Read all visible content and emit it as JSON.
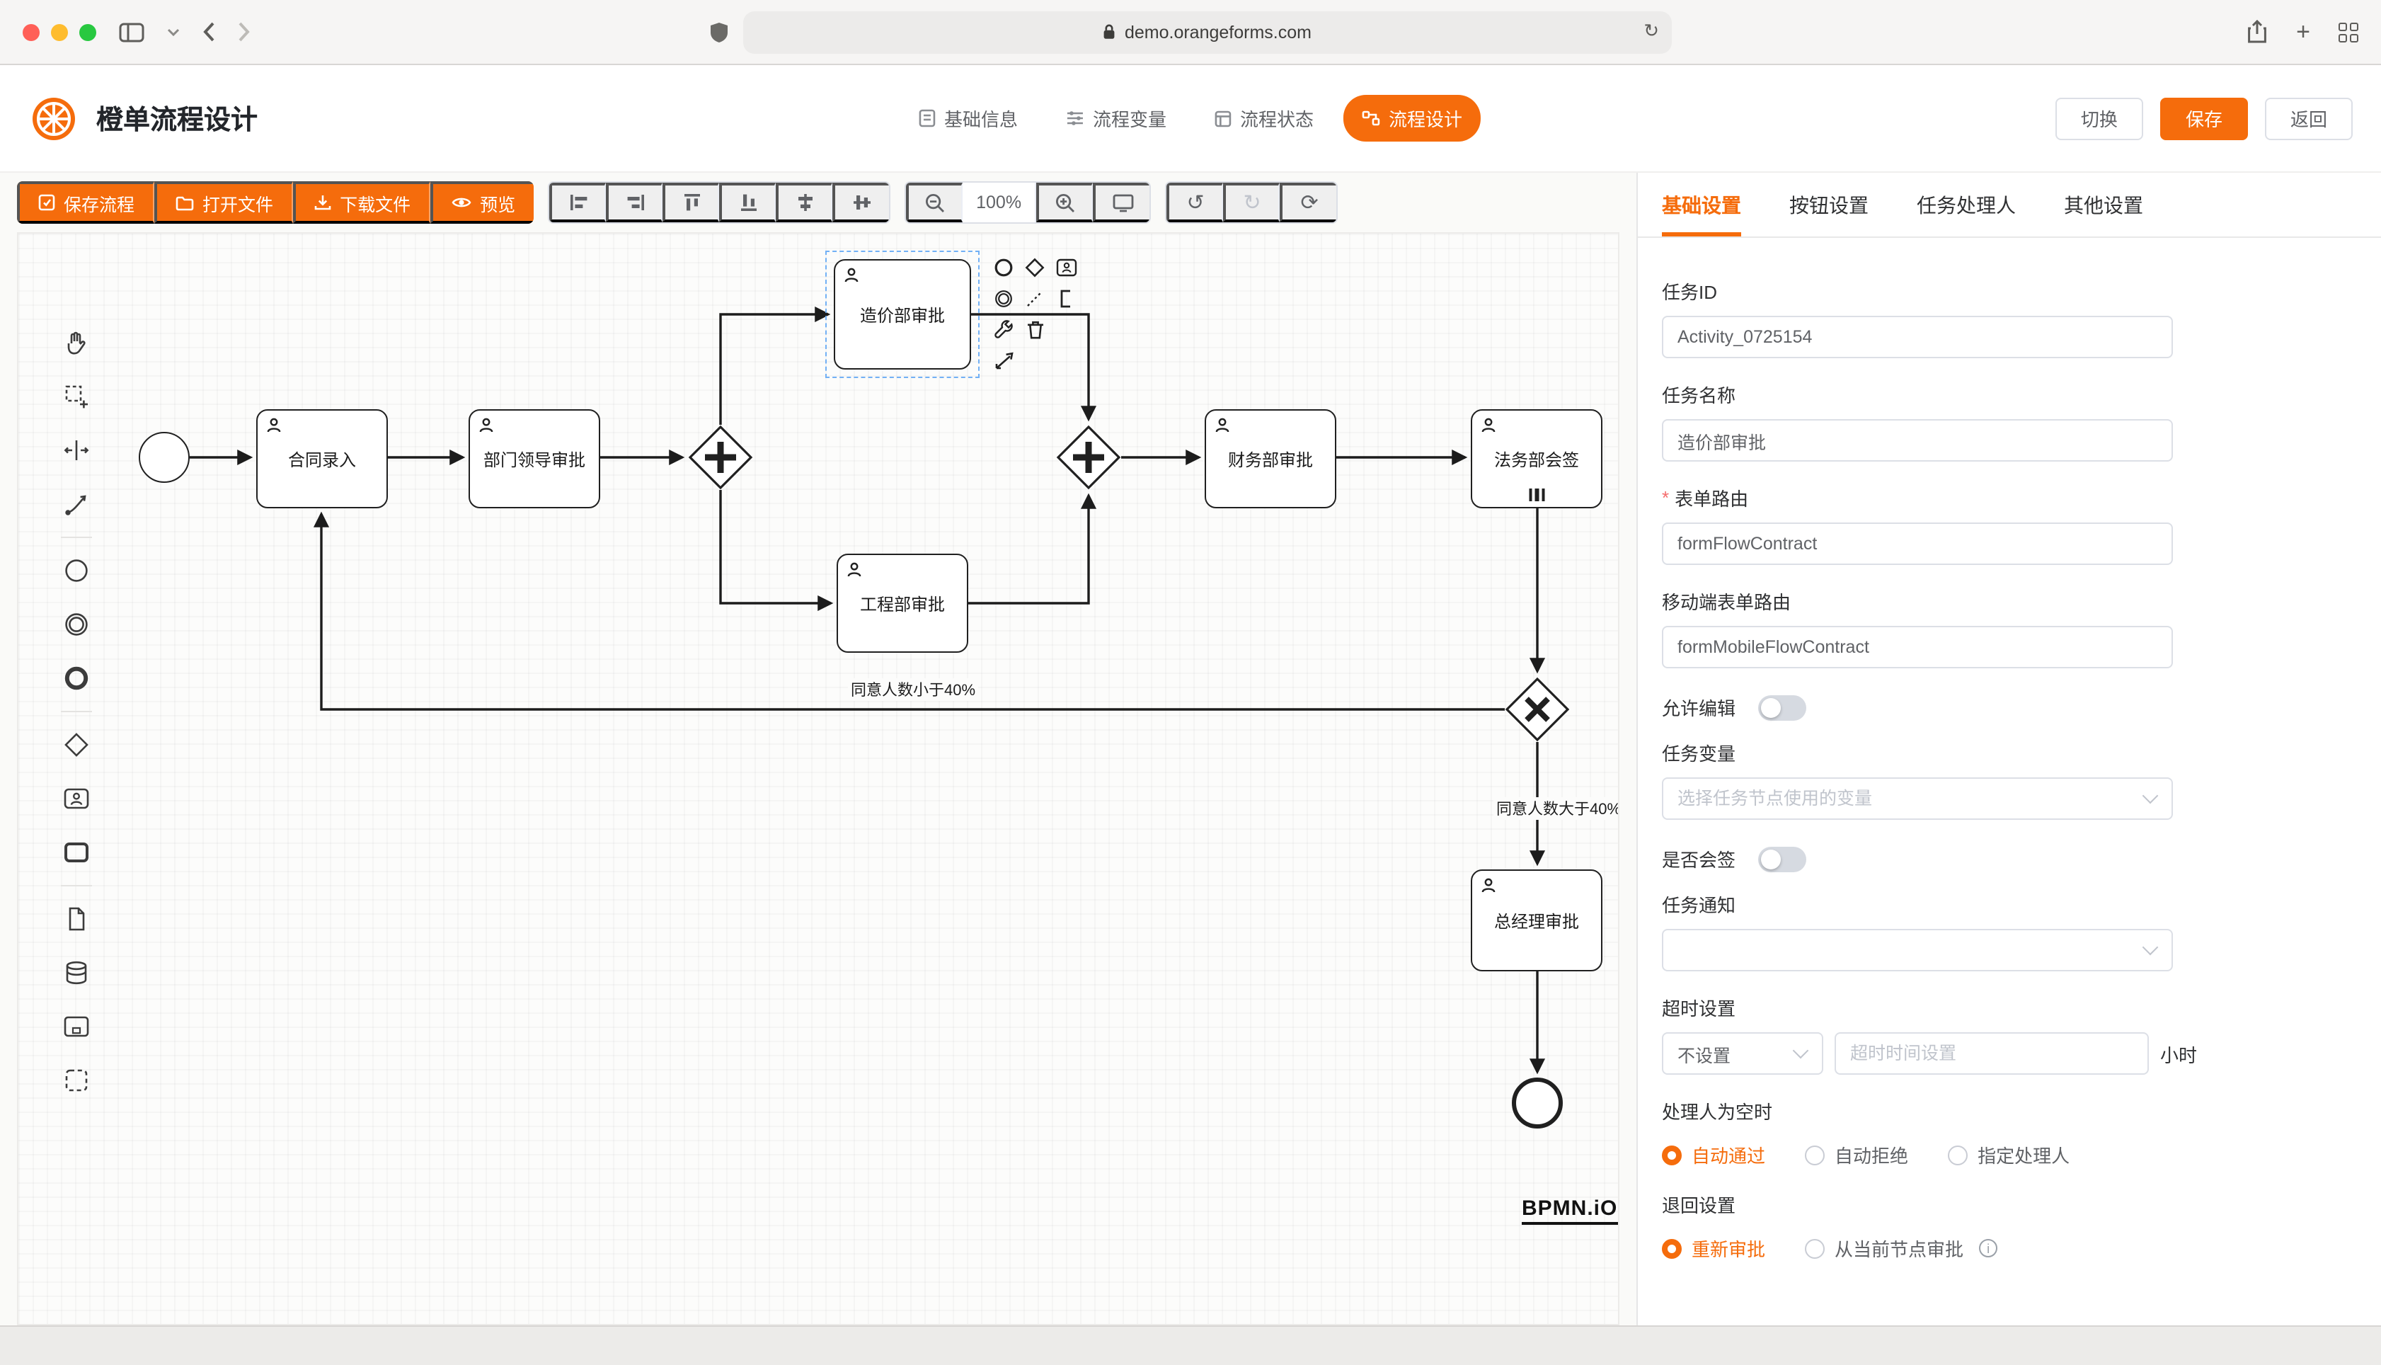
{
  "browser": {
    "url": "demo.orangeforms.com"
  },
  "header": {
    "title": "橙单流程设计",
    "logo_icon": "orange-fruit-icon",
    "accent_color": "#f56c0c",
    "tabs": [
      {
        "label": "基础信息",
        "icon": "form-info-icon",
        "active": false
      },
      {
        "label": "流程变量",
        "icon": "variables-icon",
        "active": false
      },
      {
        "label": "流程状态",
        "icon": "status-icon",
        "active": false
      },
      {
        "label": "流程设计",
        "icon": "flow-design-icon",
        "active": true
      }
    ],
    "actions": {
      "switch": "切换",
      "save": "保存",
      "back": "返回"
    }
  },
  "toolbar": {
    "buttons": [
      {
        "label": "保存流程",
        "icon": "save-flow-icon"
      },
      {
        "label": "打开文件",
        "icon": "open-file-icon"
      },
      {
        "label": "下载文件",
        "icon": "download-file-icon"
      },
      {
        "label": "预览",
        "icon": "preview-icon"
      }
    ],
    "zoom": "100%"
  },
  "canvas": {
    "nodes": [
      {
        "label": "合同录入",
        "type": "user-task"
      },
      {
        "label": "部门领导审批",
        "type": "user-task"
      },
      {
        "label": "造价部审批",
        "type": "user-task",
        "selected": true
      },
      {
        "label": "工程部审批",
        "type": "user-task"
      },
      {
        "label": "财务部审批",
        "type": "user-task"
      },
      {
        "label": "法务部会签",
        "type": "user-task-multi-instance"
      },
      {
        "label": "总经理审批",
        "type": "user-task"
      }
    ],
    "edge_labels": [
      "同意人数小于40%",
      "同意人数大于40%"
    ],
    "watermark": "BPMN.iO"
  },
  "panel": {
    "tabs": [
      "基础设置",
      "按钮设置",
      "任务处理人",
      "其他设置"
    ],
    "active_tab": "基础设置",
    "fields": {
      "task_id": {
        "label": "任务ID",
        "value": "Activity_0725154"
      },
      "task_name": {
        "label": "任务名称",
        "value": "造价部审批"
      },
      "form_route": {
        "label": "表单路由",
        "value": "formFlowContract",
        "required": true
      },
      "mobile_form_route": {
        "label": "移动端表单路由",
        "value": "formMobileFlowContract"
      },
      "allow_edit": {
        "label": "允许编辑",
        "on": false
      },
      "task_variable": {
        "label": "任务变量",
        "placeholder": "选择任务节点使用的变量"
      },
      "countersign": {
        "label": "是否会签",
        "on": false
      },
      "task_notify": {
        "label": "任务通知",
        "value": ""
      },
      "timeout": {
        "label": "超时设置",
        "select_value": "不设置",
        "input_placeholder": "超时时间设置",
        "unit": "小时"
      },
      "empty_handler": {
        "label": "处理人为空时",
        "options": [
          "自动通过",
          "自动拒绝",
          "指定处理人"
        ],
        "selected": "自动通过"
      },
      "reject_setting": {
        "label": "退回设置",
        "options": [
          "重新审批",
          "从当前节点审批"
        ],
        "selected": "重新审批"
      }
    }
  }
}
